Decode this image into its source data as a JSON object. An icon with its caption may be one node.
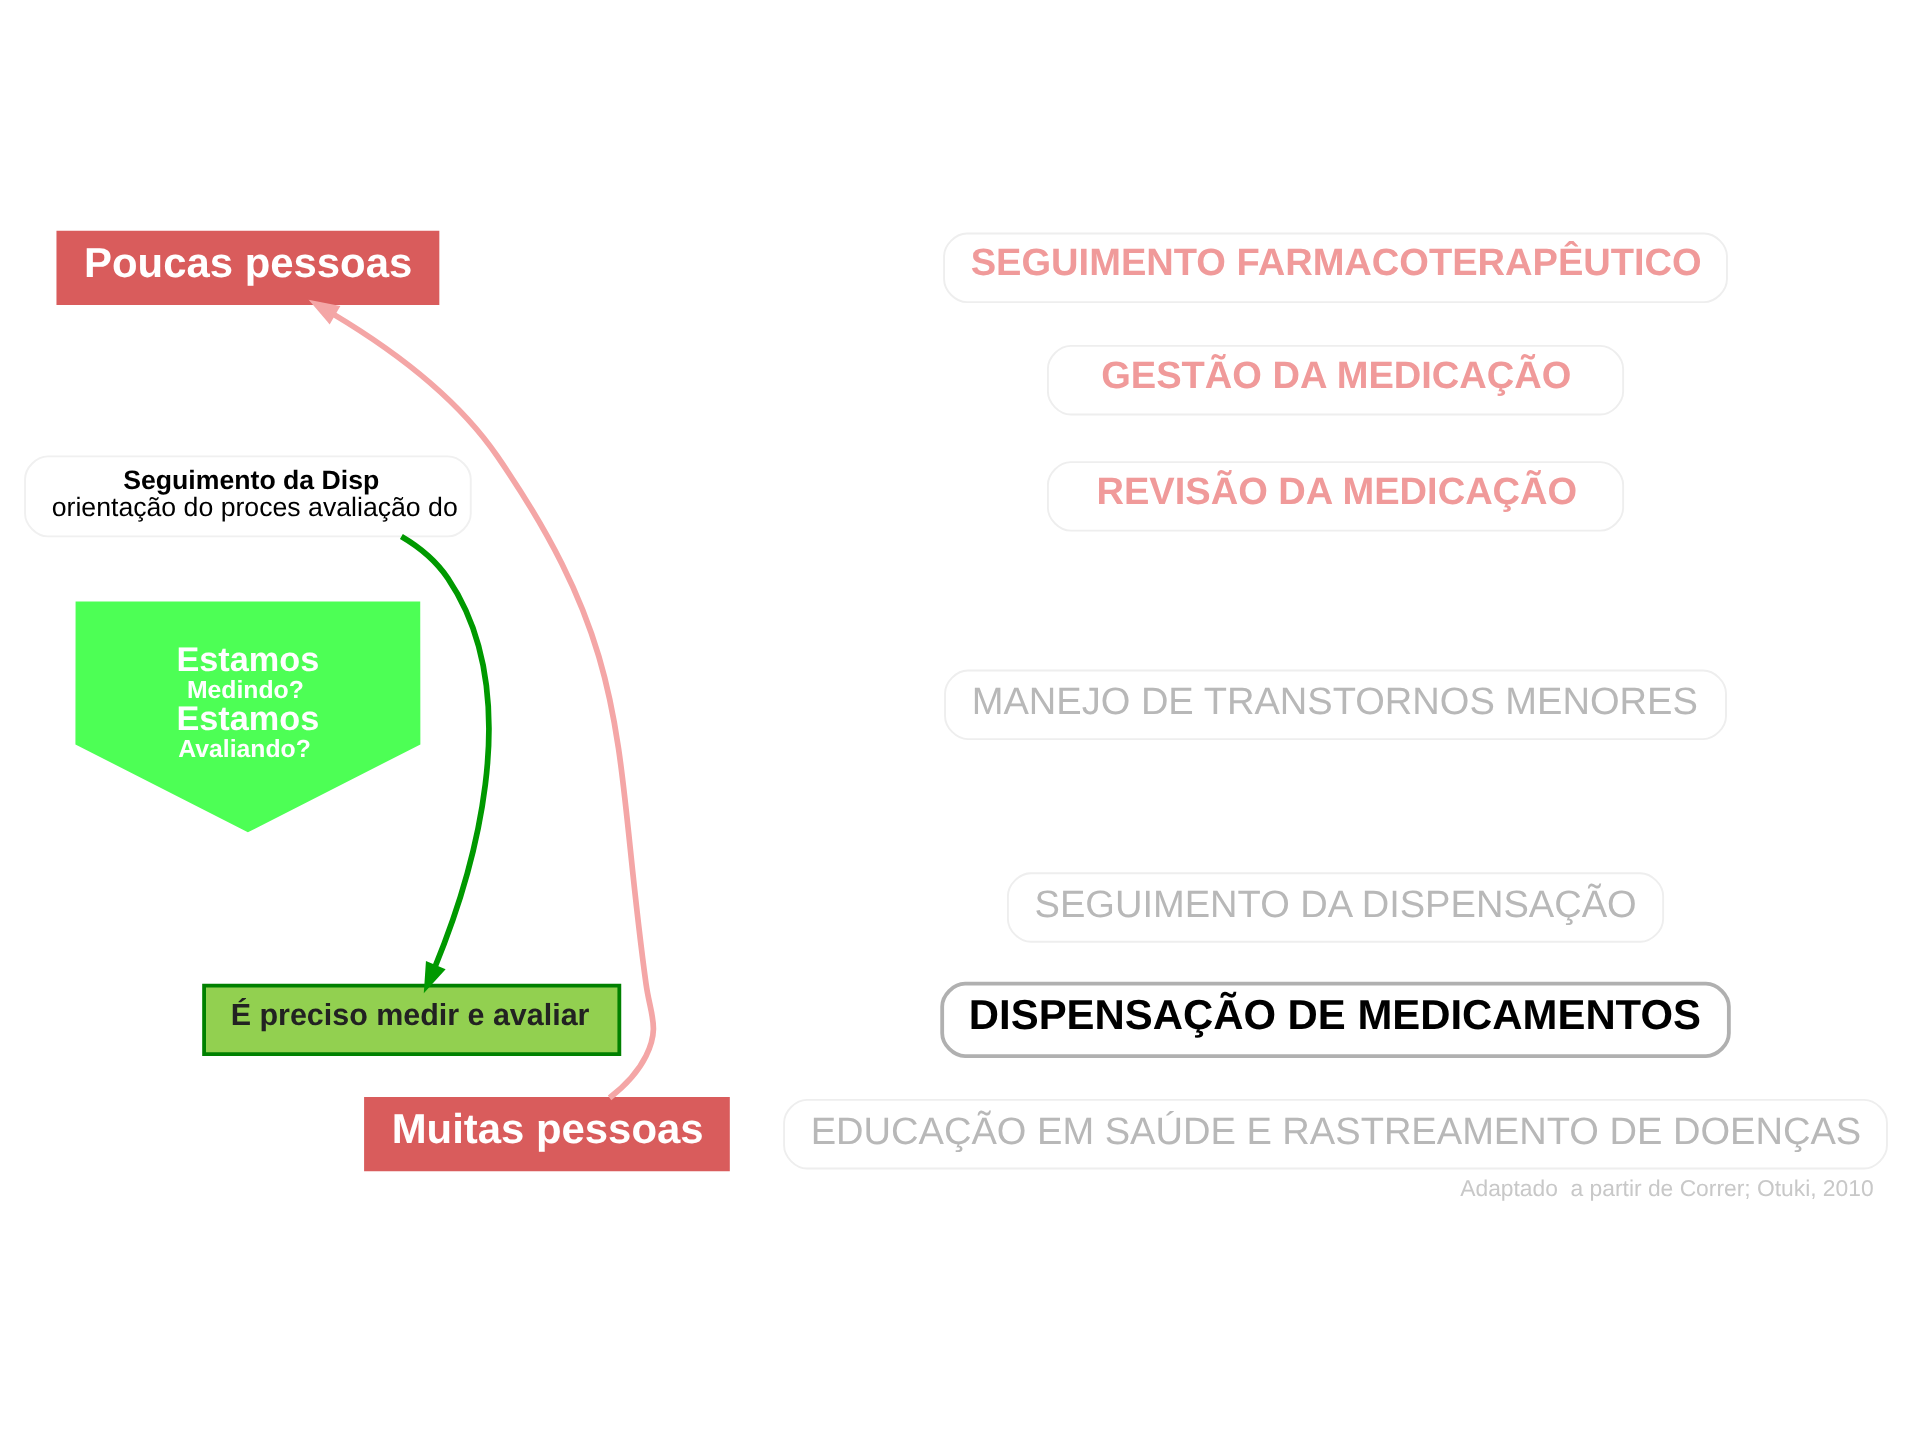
{
  "diagram": {
    "caption": "Adaptado  a partir de Correr; Otuki, 2010",
    "nodes": [
      {
        "text": [
          "Poucas pessoas"
        ]
      },
      {
        "text": [
          "Muitas pessoas"
        ]
      },
      {
        "text": [
          "SEGUIMENTO FARMACOTERAPÊUTICO"
        ]
      },
      {
        "text": [
          "GESTÃO DA MEDICAÇÃO"
        ]
      },
      {
        "text": [
          "REVISÃO DA MEDICAÇÃO"
        ]
      },
      {
        "text": [
          "MANEJO DE TRANSTORNOS MENORES"
        ]
      },
      {
        "text": [
          "SEGUIMENTO DA DISPENSAÇÃO"
        ]
      },
      {
        "text": [
          "DISPENSAÇÃO DE MEDICAMENTOS"
        ]
      },
      {
        "text": [
          "EDUCAÇÃO EM SAÚDE E RASTREAMENTO DE DOENÇAS"
        ]
      },
      {
        "text": [
          "Seguimento da Disp",
          "orientação do proces avaliação do"
        ]
      },
      {
        "text": [
          "Estamos",
          "Medindo?",
          "Estamos",
          "Avaliando?"
        ]
      },
      {
        "text": [
          "É preciso medir e avaliar"
        ]
      }
    ],
    "edges": [
      {
        "from": 1,
        "to": 0,
        "arrow": "to",
        "color": "#f4a6a6"
      },
      {
        "from": 9,
        "to": 11,
        "arrow": "to",
        "color": "#009900"
      }
    ]
  }
}
